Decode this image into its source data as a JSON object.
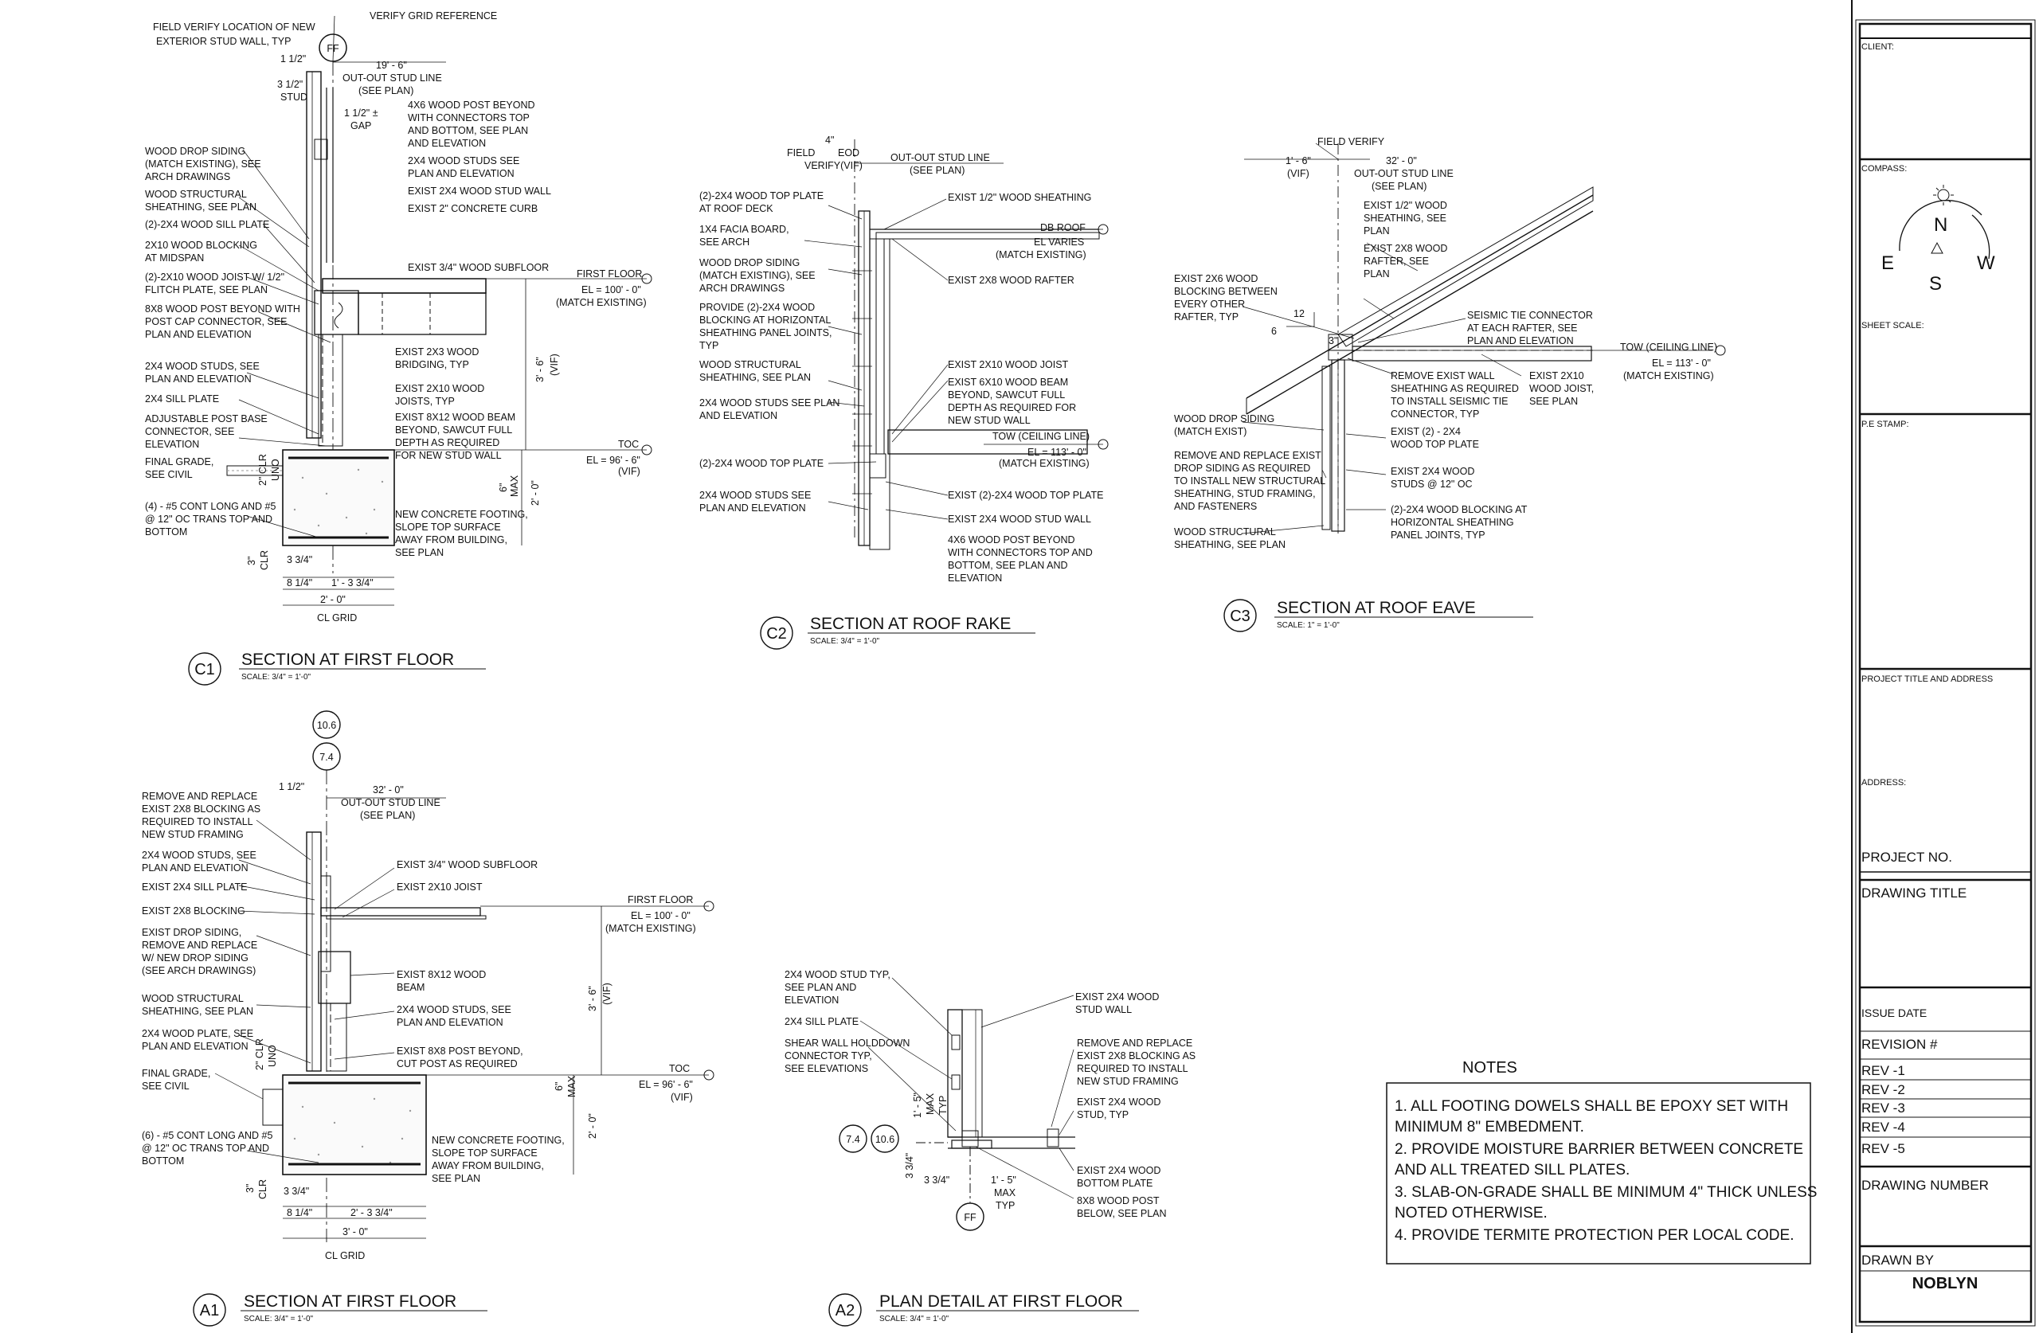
{
  "details": {
    "c1": {
      "tag": "C1",
      "title": "SECTION AT FIRST FLOOR",
      "scale": "SCALE:  3/4\" = 1'-0\"",
      "grid": "FF",
      "labels": [
        "FIELD VERIFY LOCATION OF NEW",
        "EXTERIOR STUD WALL, TYP",
        "VERIFY GRID REFERENCE",
        "1 1/2\"",
        "3 1/2\"",
        "STUD",
        "19' - 6\"",
        "OUT-OUT STUD LINE",
        "(SEE PLAN)",
        "1 1/2\" ±",
        "GAP",
        "4X6 WOOD POST BEYOND",
        "WITH CONNECTORS TOP",
        "AND BOTTOM, SEE PLAN",
        "AND ELEVATION",
        "2X4 WOOD STUDS SEE",
        "PLAN AND ELEVATION",
        "EXIST 2X4 WOOD STUD WALL",
        "EXIST 2\" CONCRETE CURB",
        "WOOD DROP SIDING",
        "(MATCH EXISTING), SEE",
        "ARCH DRAWINGS",
        "WOOD STRUCTURAL",
        "SHEATHING, SEE PLAN",
        "(2)-2X4 WOOD SILL PLATE",
        "2X10 WOOD BLOCKING",
        "AT MIDSPAN",
        "(2)-2X10 WOOD JOIST W/ 1/2\"",
        "FLITCH PLATE, SEE PLAN",
        "8X8 WOOD POST BEYOND WITH",
        "POST CAP CONNECTOR, SEE",
        "PLAN AND ELEVATION",
        "EXIST 3/4\" WOOD SUBFLOOR",
        "FIRST FLOOR",
        "EL = 100' - 0\"",
        "(MATCH EXISTING)",
        "EXIST 2X3 WOOD",
        "BRIDGING, TYP",
        "EXIST 2X10 WOOD",
        "JOISTS, TYP",
        "EXIST 8X12 WOOD BEAM",
        "BEYOND, SAWCUT FULL",
        "DEPTH AS REQUIRED",
        "FOR NEW STUD WALL",
        "3' - 6\"",
        "(VIF)",
        "2X4 WOOD STUDS, SEE",
        "PLAN AND ELEVATION",
        "2X4 SILL PLATE",
        "ADJUSTABLE POST BASE",
        "CONNECTOR, SEE",
        "ELEVATION",
        "TOC",
        "EL = 96' - 6\"",
        "(VIF)",
        "FINAL GRADE,",
        "SEE CIVIL",
        "2\" CLR",
        "UNO",
        "6\"",
        "MAX",
        "2' - 0\"",
        "(4) - #5 CONT LONG AND #5",
        "@ 12\" OC TRANS TOP AND",
        "BOTTOM",
        "NEW CONCRETE FOOTING,",
        "SLOPE TOP SURFACE",
        "AWAY FROM BUILDING,",
        "SEE PLAN",
        "3\"",
        "CLR",
        "3 3/4\"",
        "8 1/4\"",
        "1' - 3 3/4\"",
        "2' - 0\"",
        "CL GRID"
      ]
    },
    "c2": {
      "tag": "C2",
      "title": "SECTION AT ROOF RAKE",
      "scale": "SCALE:  3/4\" = 1'-0\"",
      "labels": [
        "4\"",
        "EOD",
        "FIELD",
        "VERIFY(VIF)",
        "OUT-OUT STUD LINE",
        "(SEE PLAN)",
        "(2)-2X4 WOOD TOP PLATE",
        "AT ROOF DECK",
        "EXIST 1/2\" WOOD SHEATHING",
        "1X4 FACIA BOARD,",
        "SEE ARCH",
        "DB ROOF",
        "EL VARIES",
        "(MATCH EXISTING)",
        "WOOD DROP SIDING",
        "(MATCH EXISTING), SEE",
        "ARCH DRAWINGS",
        "EXIST 2X8 WOOD RAFTER",
        "PROVIDE (2)-2X4 WOOD",
        "BLOCKING AT HORIZONTAL",
        "SHEATHING PANEL JOINTS,",
        "TYP",
        "WOOD STRUCTURAL",
        "SHEATHING, SEE PLAN",
        "EXIST 2X10 WOOD JOIST",
        "EXIST 6X10 WOOD BEAM",
        "BEYOND, SAWCUT FULL",
        "DEPTH AS REQUIRED FOR",
        "NEW STUD WALL",
        "2X4 WOOD STUDS SEE PLAN",
        "AND ELEVATION",
        "TOW (CEILING LINE)",
        "EL = 113' - 0\"",
        "(MATCH EXISTING)",
        "(2)-2X4 WOOD TOP PLATE",
        "EXIST (2)-2X4 WOOD TOP PLATE",
        "2X4 WOOD STUDS SEE",
        "PLAN AND ELEVATION",
        "EXIST 2X4 WOOD STUD WALL",
        "4X6 WOOD POST BEYOND",
        "WITH CONNECTORS TOP AND",
        "BOTTOM, SEE PLAN AND",
        "ELEVATION"
      ]
    },
    "c3": {
      "tag": "C3",
      "title": "SECTION AT ROOF EAVE",
      "scale": "SCALE:  1\" = 1'-0\"",
      "labels": [
        "FIELD VERIFY",
        "1' - 6\"",
        "(VIF)",
        "32' - 0\"",
        "OUT-OUT STUD LINE",
        "(SEE PLAN)",
        "EXIST 1/2\" WOOD",
        "SHEATHING, SEE",
        "PLAN",
        "EXIST 2X8 WOOD",
        "RAFTER, SEE",
        "PLAN",
        "EXIST 2X6 WOOD",
        "BLOCKING BETWEEN",
        "EVERY OTHER",
        "RAFTER, TYP",
        "12",
        "6",
        "SEISMIC TIE CONNECTOR",
        "AT EACH RAFTER, SEE",
        "PLAN AND ELEVATION",
        "TOW (CEILING LINE)",
        "EL = 113' - 0\"",
        "(MATCH EXISTING)",
        "3\"",
        "REMOVE EXIST WALL",
        "SHEATHING AS REQUIRED",
        "TO INSTALL SEISMIC TIE",
        "CONNECTOR, TYP",
        "EXIST 2X10",
        "WOOD JOIST,",
        "SEE PLAN",
        "WOOD DROP SIDING",
        "(MATCH EXIST)",
        "EXIST (2) - 2X4",
        "WOOD TOP PLATE",
        "REMOVE AND REPLACE EXIST",
        "DROP SIDING AS REQUIRED",
        "TO INSTALL NEW STRUCTURAL",
        "SHEATHING, STUD FRAMING,",
        "AND FASTENERS",
        "EXIST 2X4 WOOD",
        "STUDS @ 12\" OC",
        "WOOD STRUCTURAL",
        "SHEATHING, SEE PLAN",
        "(2)-2X4 WOOD BLOCKING AT",
        "HORIZONTAL SHEATHING",
        "PANEL JOINTS, TYP"
      ]
    },
    "a1": {
      "tag": "A1",
      "title": "SECTION AT FIRST FLOOR",
      "scale": "SCALE:  3/4\" = 1'-0\"",
      "grid_top": "10.6",
      "grid_bottom": "7.4",
      "labels": [
        "1 1/2\"",
        "32' - 0\"",
        "OUT-OUT STUD LINE",
        "(SEE PLAN)",
        "REMOVE AND REPLACE",
        "EXIST 2X8 BLOCKING AS",
        "REQUIRED TO INSTALL",
        "NEW STUD FRAMING",
        "2X4 WOOD STUDS, SEE",
        "PLAN AND ELEVATION",
        "EXIST 3/4\" WOOD SUBFLOOR",
        "EXIST 2X4 SILL PLATE",
        "EXIST 2X10 JOIST",
        "EXIST 2X8 BLOCKING",
        "FIRST FLOOR",
        "EL = 100' - 0\"",
        "(MATCH EXISTING)",
        "EXIST DROP SIDING,",
        "REMOVE AND REPLACE",
        "W/ NEW DROP SIDING",
        "(SEE ARCH DRAWINGS)",
        "EXIST 8X12 WOOD",
        "BEAM",
        "3' - 6\"",
        "(VIF)",
        "WOOD STRUCTURAL",
        "SHEATHING, SEE PLAN",
        "2X4 WOOD STUDS, SEE",
        "PLAN AND ELEVATION",
        "2X4 WOOD PLATE, SEE",
        "PLAN AND ELEVATION",
        "EXIST 8X8 POST BEYOND,",
        "CUT POST AS REQUIRED",
        "TOC",
        "EL = 96' - 6\"",
        "(VIF)",
        "FINAL GRADE,",
        "SEE CIVIL",
        "2\" CLR",
        "UNO",
        "6\"",
        "MAX",
        "2' - 0\"",
        "(6) - #5 CONT LONG AND #5",
        "@ 12\" OC TRANS TOP AND",
        "BOTTOM",
        "NEW CONCRETE FOOTING,",
        "SLOPE TOP SURFACE",
        "AWAY FROM BUILDING,",
        "SEE PLAN",
        "3\"",
        "CLR",
        "3 3/4\"",
        "8 1/4\"",
        "2' - 3 3/4\"",
        "3' - 0\"",
        "CL GRID"
      ]
    },
    "a2": {
      "tag": "A2",
      "title": "PLAN DETAIL AT FIRST FLOOR",
      "scale": "SCALE:  3/4\" = 1'-0\"",
      "grid_left": "7.4",
      "grid_right": "10.6",
      "grid_bottom": "FF",
      "labels": [
        "2X4 WOOD STUD TYP,",
        "SEE PLAN AND",
        "ELEVATION",
        "EXIST 2X4 WOOD",
        "STUD WALL",
        "2X4 SILL PLATE",
        "SHEAR WALL HOLDDOWN",
        "CONNECTOR TYP,",
        "SEE ELEVATIONS",
        "REMOVE AND REPLACE",
        "EXIST 2X8 BLOCKING AS",
        "REQUIRED TO INSTALL",
        "NEW STUD FRAMING",
        "1' - 5\"",
        "MAX",
        "TYP",
        "EXIST 2X4 WOOD",
        "STUD, TYP",
        "3 3/4\"",
        "3 3/4\"",
        "1' - 5\"",
        "MAX",
        "TYP",
        "EXIST 2X4 WOOD",
        "BOTTOM PLATE",
        "8X8 WOOD POST",
        "BELOW, SEE PLAN"
      ]
    }
  },
  "notes": {
    "title": "NOTES",
    "items": [
      "1. ALL FOOTING DOWELS SHALL BE EPOXY SET WITH",
      "MINIMUM 8\" EMBEDMENT.",
      "2. PROVIDE MOISTURE BARRIER BETWEEN CONCRETE",
      "AND ALL TREATED SILL PLATES.",
      "3. SLAB-ON-GRADE SHALL BE MINIMUM 4\" THICK UNLESS",
      "NOTED OTHERWISE.",
      "4. PROVIDE TERMITE PROTECTION PER LOCAL CODE."
    ]
  },
  "title_block": {
    "client": "CLIENT:",
    "compass": "COMPASS:",
    "compass_letters": {
      "n": "N",
      "e": "E",
      "s": "S",
      "w": "W"
    },
    "sheet_scale": "SHEET SCALE:",
    "pe_stamp": "P.E STAMP:",
    "project_title": "PROJECT TITLE AND ADDRESS",
    "address": "ADDRESS:",
    "project_no": "PROJECT NO.",
    "drawing_title": "DRAWING TITLE",
    "issue_date": "ISSUE DATE",
    "revision": "REVISION #",
    "revs": [
      "REV -1",
      "REV -2",
      "REV -3",
      "REV -4",
      "REV -5"
    ],
    "drawing_number": "DRAWING NUMBER",
    "drawn_by": "DRAWN BY",
    "drawn_by_name": "NOBLYN"
  }
}
